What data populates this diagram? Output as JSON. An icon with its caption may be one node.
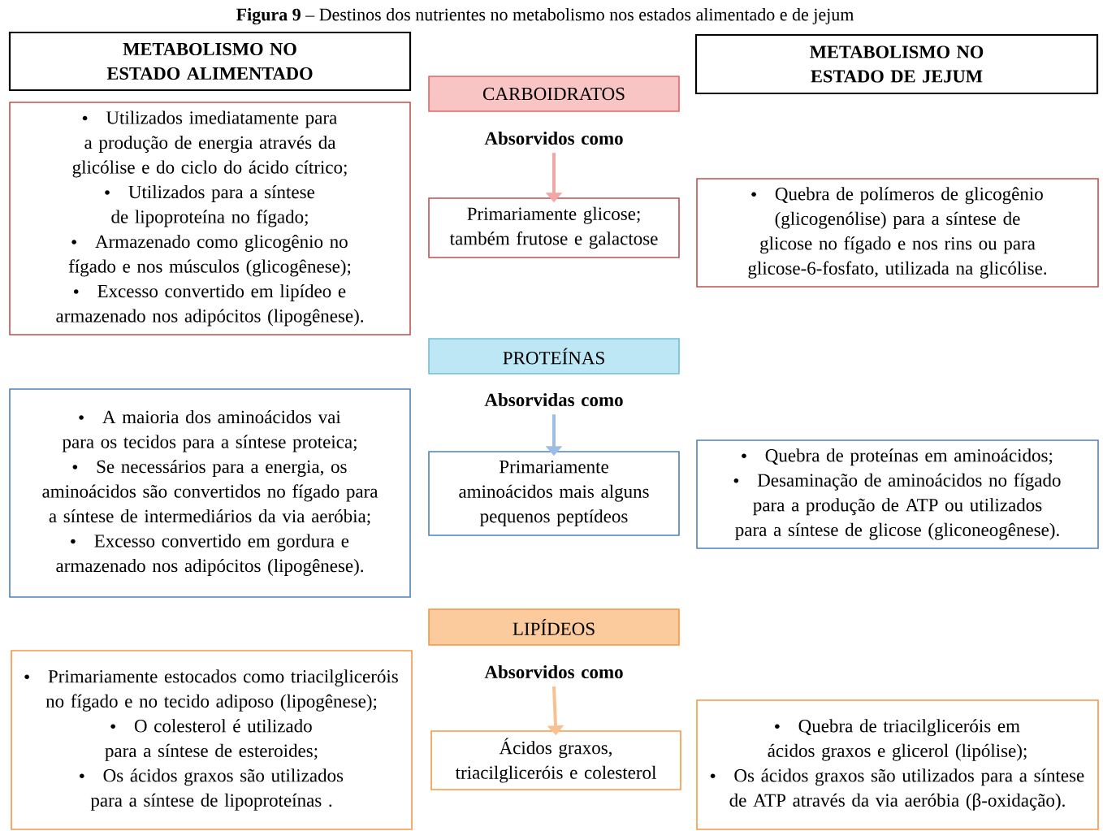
{
  "diagram": {
    "title": "**Figura 9** – Destinos dos nutrientes no metabolismo nos estados alimentado e de jejum",
    "nodes": [
      {
        "text": [
          "METABOLISMO NO ESTADO ALIMENTADO"
        ]
      },
      {
        "text": [
          "CARBOIDRATOS"
        ]
      },
      {
        "text": [
          "METABOLISMO NO ESTADO DE JEJUM"
        ]
      },
      {
        "text": [
          "Utilizados imediatamente para a produção de energia através da glicólise e do ciclo do ácido cítrico;",
          "Utilizados para a síntese de lipoproteína no fígado;",
          "Armazenado como glicogênio no fígado e nos músculos (glicogênese);",
          "Excesso convertido em lipídeo e armazenado nos adipócitos (lipogênese)."
        ]
      },
      {
        "text": [
          "Absorvidos como"
        ]
      },
      {
        "text": [
          "Primariamente glicose; também frutose e galactose"
        ]
      },
      {
        "text": [
          "Quebra de polímeros de glicogênio (glicogenólise) para a síntese de glicose no fígado e nos rins ou para glicose-6-fosfato, utilizada na glicólise."
        ]
      },
      {
        "text": [
          "PROTEÍNAS"
        ]
      },
      {
        "text": [
          "A maioria dos aminoácidos vai para os tecidos para a síntese proteica;",
          "Se necessários para a energia, os aminoácidos são convertidos no fígado para a síntese de intermediários da via aeróbia;",
          "Excesso convertido em gordura e armazenado nos adipócitos (lipogênese)."
        ]
      },
      {
        "text": [
          "Absorvidas como"
        ]
      },
      {
        "text": [
          "Primariamente aminoácidos mais alguns pequenos peptídeos"
        ]
      },
      {
        "text": [
          "Quebra de proteínas em aminoácidos;",
          "Desaminação de aminoácidos no fígado para a produção de ATP ou utilizados para a síntese de glicose (gliconeogênese)."
        ]
      },
      {
        "text": [
          "LIPÍDEOS"
        ]
      },
      {
        "text": [
          "Primariamente estocados como triacilgliceróis no fígado e no tecido adiposo (lipogênese);",
          "O colesterol é utilizado para a síntese de esteroides;",
          "Os ácidos graxos são utilizados para a síntese de lipoproteínas ."
        ]
      },
      {
        "text": [
          "Absorvidos como"
        ]
      },
      {
        "text": [
          "Ácidos graxos, triacilgliceróis e colesterol"
        ]
      },
      {
        "text": [
          "Quebra de triacilgliceróis em ácidos graxos e glicerol (lipólise);",
          "Os ácidos graxos são utilizados para a síntese de ATP através da via aeróbia (β-oxidação)."
        ]
      }
    ],
    "edges": [
      {
        "from": 4,
        "to": 5,
        "arrow": "to",
        "color": "#f4a6a6"
      },
      {
        "from": 9,
        "to": 10,
        "arrow": "to",
        "color": "#9dbde6"
      },
      {
        "from": 14,
        "to": 15,
        "arrow": "to",
        "color": "#fac08f"
      }
    ]
  }
}
